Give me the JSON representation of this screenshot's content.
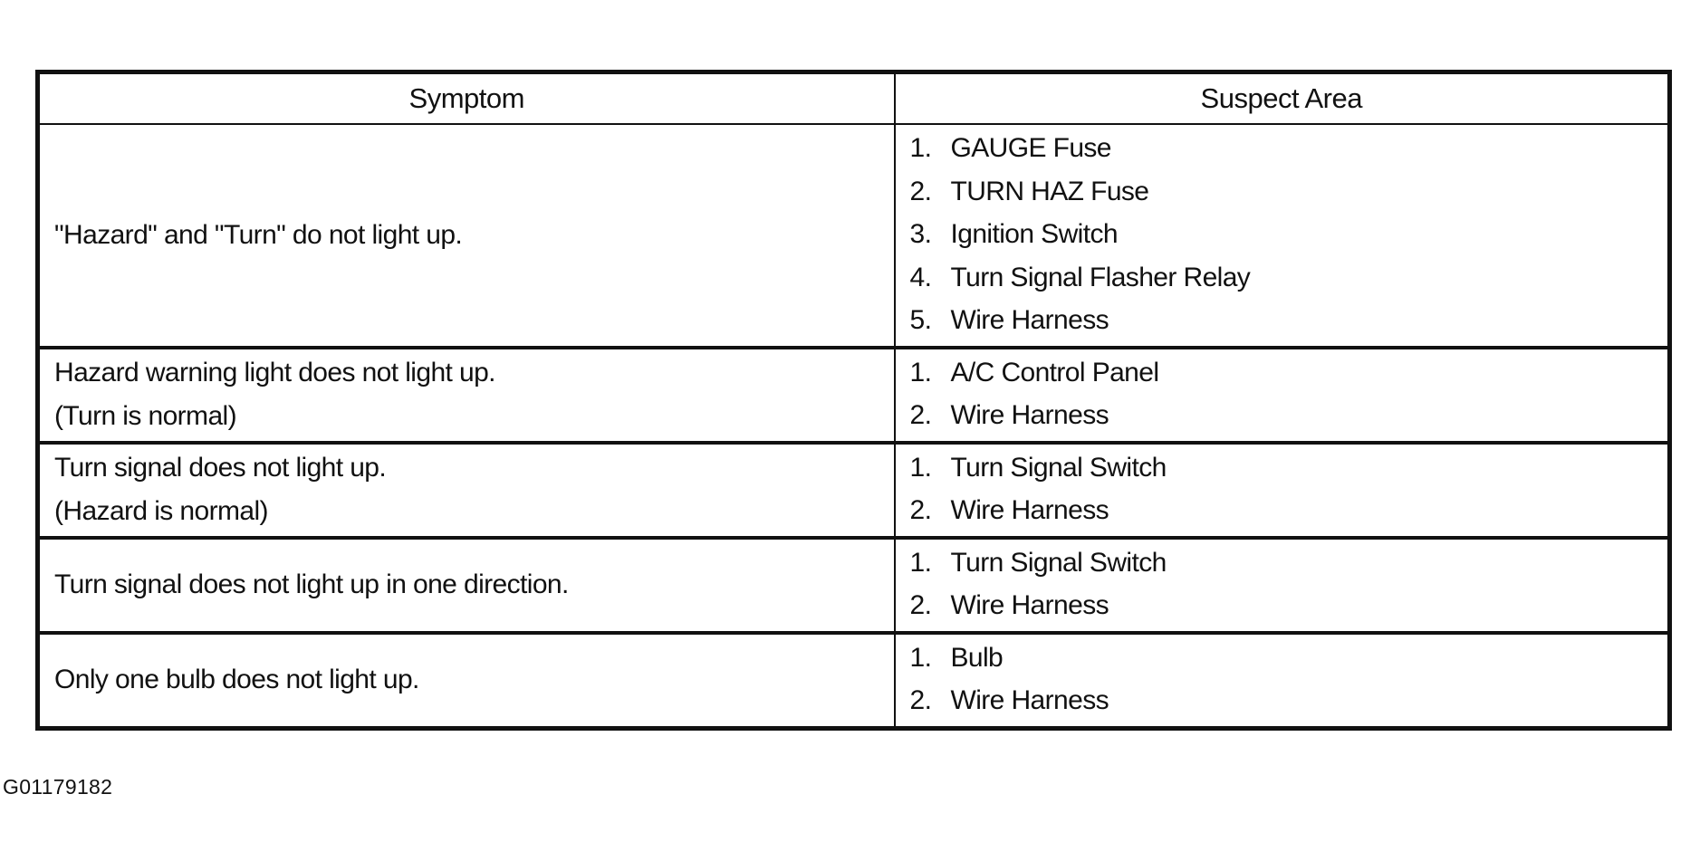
{
  "table": {
    "headers": {
      "symptom": "Symptom",
      "suspect_area": "Suspect Area"
    },
    "rows": [
      {
        "symptom": [
          "\"Hazard\" and \"Turn\" do not light up."
        ],
        "suspect": [
          {
            "num": "1.",
            "text": "GAUGE Fuse"
          },
          {
            "num": "2.",
            "text": "TURN HAZ Fuse"
          },
          {
            "num": "3.",
            "text": "Ignition Switch"
          },
          {
            "num": "4.",
            "text": "Turn Signal Flasher Relay"
          },
          {
            "num": "5.",
            "text": "Wire Harness"
          }
        ]
      },
      {
        "symptom": [
          "Hazard warning light does not light up.",
          "(Turn is normal)"
        ],
        "suspect": [
          {
            "num": "1.",
            "text": "A/C Control Panel"
          },
          {
            "num": "2.",
            "text": "Wire Harness"
          }
        ]
      },
      {
        "symptom": [
          "Turn signal does not light up.",
          "(Hazard is normal)"
        ],
        "suspect": [
          {
            "num": "1.",
            "text": "Turn Signal Switch"
          },
          {
            "num": "2.",
            "text": "Wire Harness"
          }
        ]
      },
      {
        "symptom": [
          "Turn signal does not light up in one direction."
        ],
        "suspect": [
          {
            "num": "1.",
            "text": "Turn Signal Switch"
          },
          {
            "num": "2.",
            "text": "Wire Harness"
          }
        ]
      },
      {
        "symptom": [
          "Only one bulb does not light up."
        ],
        "suspect": [
          {
            "num": "1.",
            "text": "Bulb"
          },
          {
            "num": "2.",
            "text": "Wire Harness"
          }
        ]
      }
    ]
  },
  "figure_id": "G01179182"
}
